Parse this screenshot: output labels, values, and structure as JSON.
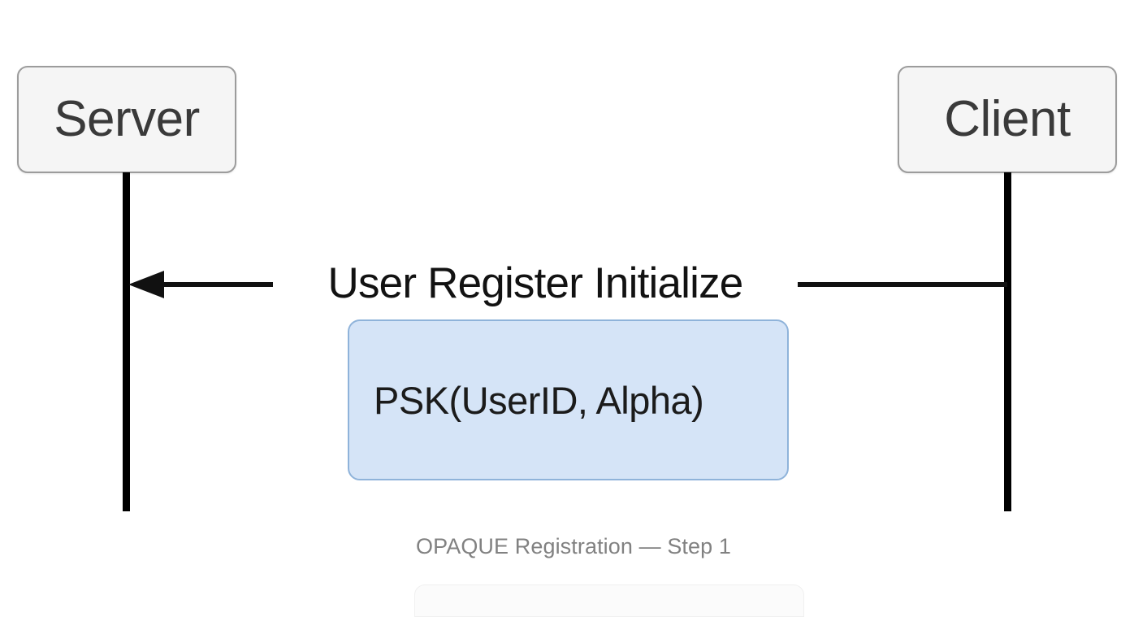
{
  "diagram": {
    "type": "sequence-diagram",
    "caption": "OPAQUE Registration — Step 1",
    "background_color": "#ffffff",
    "participants": [
      {
        "id": "server",
        "label": "Server",
        "side": "left",
        "box_fill": "#f5f5f5",
        "box_border": "#9c9c9c",
        "text_color": "#3a3a3a"
      },
      {
        "id": "client",
        "label": "Client",
        "side": "right",
        "box_fill": "#f5f5f5",
        "box_border": "#9c9c9c",
        "text_color": "#3a3a3a"
      }
    ],
    "lifeline_color": "#000000",
    "messages": [
      {
        "id": "msg-1",
        "label": "User Register Initialize",
        "from": "client",
        "to": "server",
        "direction": "right-to-left",
        "arrowhead": "solid-filled",
        "line_style": "solid",
        "color": "#111111"
      }
    ],
    "notes": [
      {
        "id": "note-1",
        "text": "PSK(UserID, Alpha)",
        "fill": "#d5e4f7",
        "border": "#8fb3da",
        "text_color": "#1b1b1b"
      }
    ]
  }
}
